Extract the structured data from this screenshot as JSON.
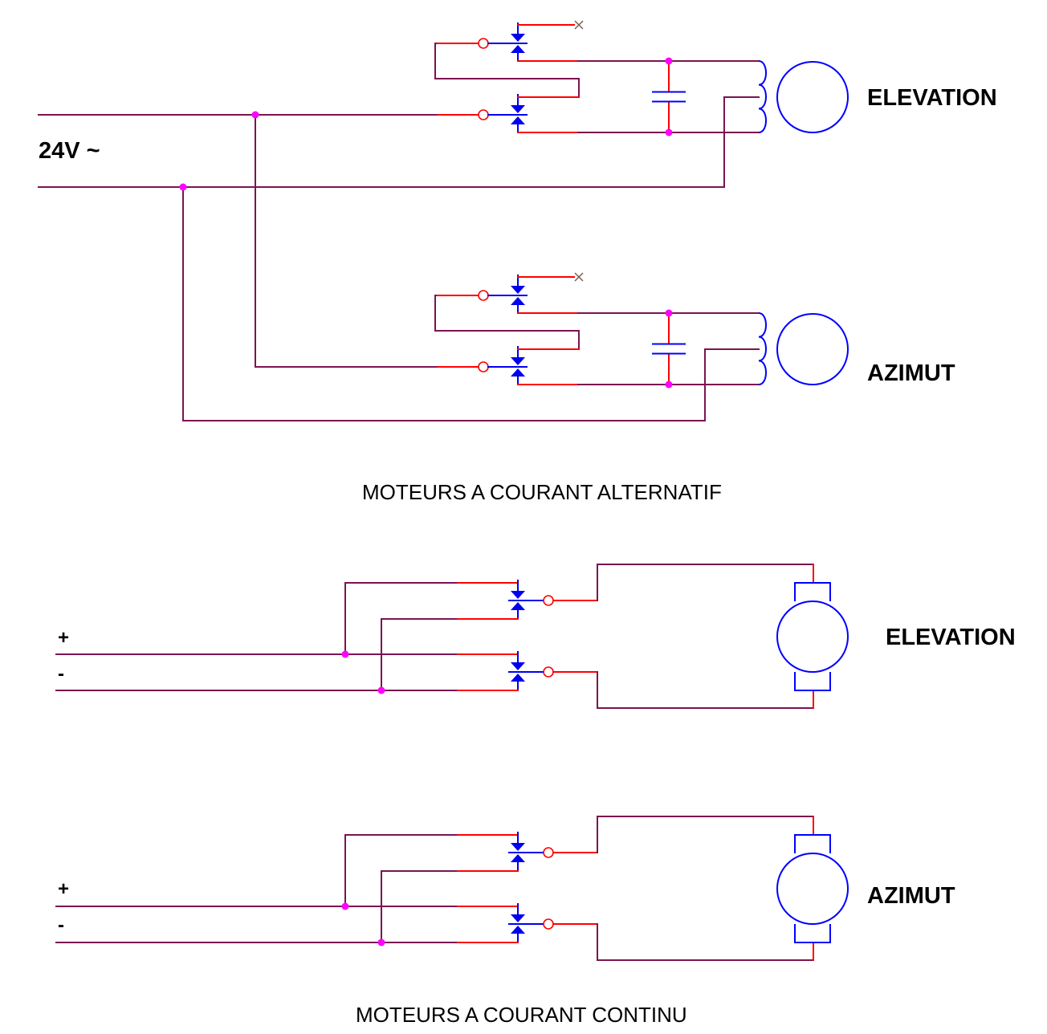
{
  "colors": {
    "wire": "#7b1450",
    "lead": "#ff0000",
    "relay": "#0000ee",
    "junction": "#ff00ff",
    "motor": "#0000ff",
    "open_end": "#7b5a4a"
  },
  "ac": {
    "supply_label": "24V ~",
    "motor_elevation_label": "ELEVATION",
    "motor_azimut_label": "AZIMUT",
    "caption": "MOTEURS A COURANT ALTERNATIF"
  },
  "dc": {
    "elevation": {
      "plus_label": "+",
      "minus_label": "-",
      "motor_label": "ELEVATION"
    },
    "azimut": {
      "plus_label": "+",
      "minus_label": "-",
      "motor_label": "AZIMUT"
    },
    "caption": "MOTEURS A COURANT CONTINU"
  }
}
